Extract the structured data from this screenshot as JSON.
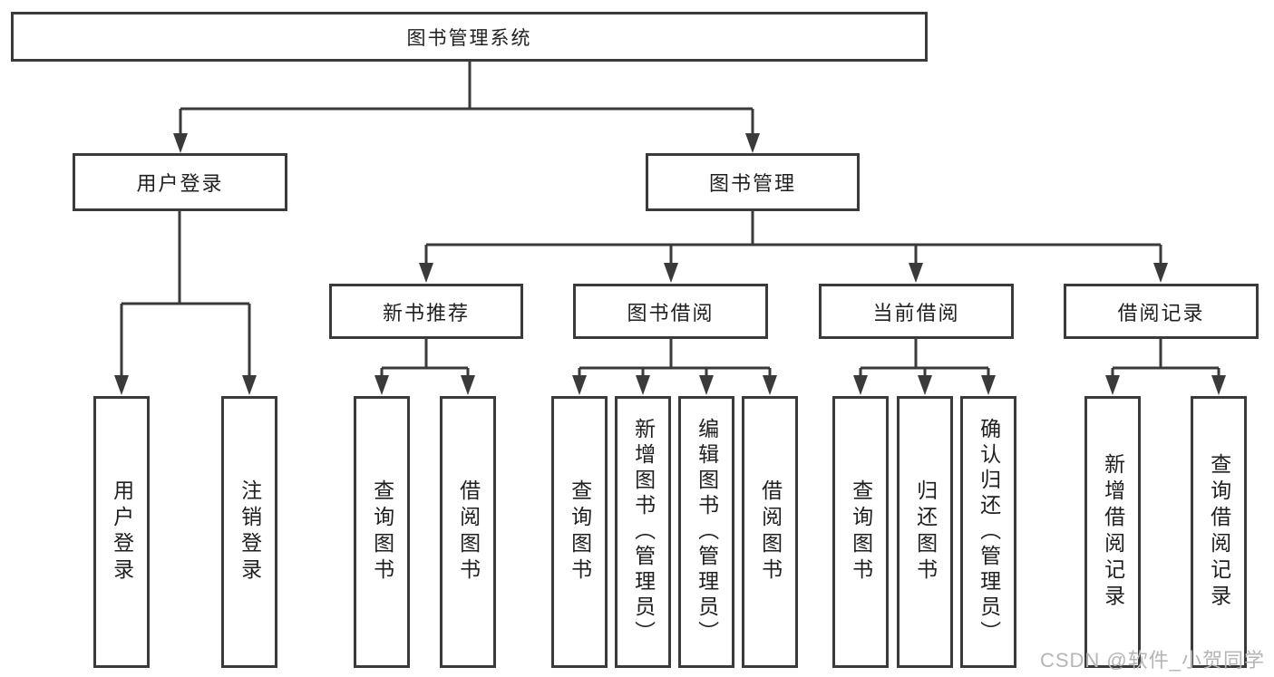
{
  "tree": {
    "root": {
      "label": "图书管理系统"
    },
    "user_login": {
      "label": "用户登录",
      "children": [
        "用户登录",
        "注销登录"
      ]
    },
    "book_mgmt": {
      "label": "图书管理",
      "sections": {
        "new_book_rec": {
          "label": "新书推荐",
          "children": [
            "查询图书",
            "借阅图书"
          ]
        },
        "book_borrow": {
          "label": "图书借阅",
          "children": [
            "查询图书",
            "新增图书（管理员）",
            "编辑图书（管理员）",
            "借阅图书"
          ]
        },
        "current_borrow": {
          "label": "当前借阅",
          "children": [
            "查询图书",
            "归还图书",
            "确认归还（管理员）"
          ]
        },
        "borrow_record": {
          "label": "借阅记录",
          "children": [
            "新增借阅记录",
            "查询借阅记录"
          ]
        }
      }
    }
  },
  "watermark": "CSDN @软件_小贺同学",
  "colors": {
    "line": "#3a3a3a",
    "text": "#1f1f1f",
    "background": "#ffffff",
    "watermark": "#b5b5b5"
  }
}
